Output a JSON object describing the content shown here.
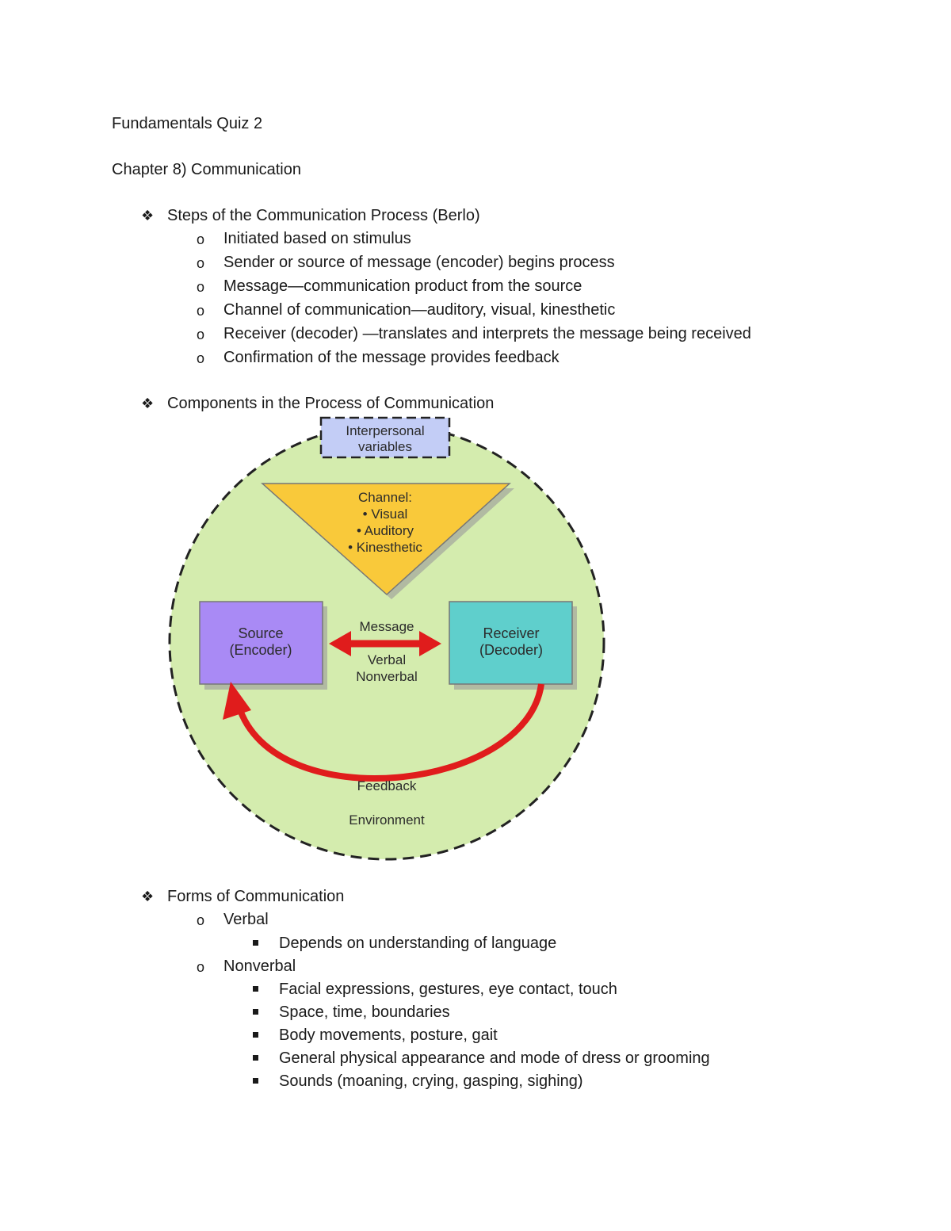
{
  "title": "Fundamentals Quiz 2",
  "chapter": "Chapter 8) Communication",
  "sections": [
    {
      "heading": "Steps of the Communication Process (Berlo)",
      "items": [
        "Initiated based on stimulus",
        "Sender or source of message (encoder) begins process",
        "Message—communication product from the source",
        "Channel of communication—auditory, visual, kinesthetic",
        "Receiver (decoder) —translates and interprets the message being received",
        "Confirmation of the message provides feedback"
      ]
    },
    {
      "heading": "Components in the Process of Communication"
    },
    {
      "heading": "Forms of Communication",
      "items": [
        {
          "label": "Verbal",
          "subitems": [
            "Depends on understanding of language"
          ]
        },
        {
          "label": "Nonverbal",
          "subitems": [
            "Facial expressions, gestures, eye contact, touch",
            "Space, time, boundaries",
            "Body movements, posture, gait",
            "General physical appearance and mode of dress or grooming",
            "Sounds (moaning, crying, gasping, sighing)"
          ]
        }
      ]
    }
  ],
  "bullet_glyph": "❖",
  "circle_glyph": "o",
  "diagram": {
    "interpersonal": [
      "Interpersonal",
      "variables"
    ],
    "channel": [
      "Channel:",
      "• Visual",
      "• Auditory",
      "• Kinesthetic"
    ],
    "source": [
      "Source",
      "(Encoder)"
    ],
    "receiver": [
      "Receiver",
      "(Decoder)"
    ],
    "message": "Message",
    "verbal": "Verbal",
    "nonverbal": "Nonverbal",
    "feedback": "Feedback",
    "environment": "Environment",
    "colors": {
      "circle": "#d4ecae",
      "triangle": "#f9c93a",
      "source": "#a98af5",
      "receiver": "#5fcfcc",
      "interpersonal": "#c3cdf6",
      "arrow": "#e01c1c"
    }
  }
}
